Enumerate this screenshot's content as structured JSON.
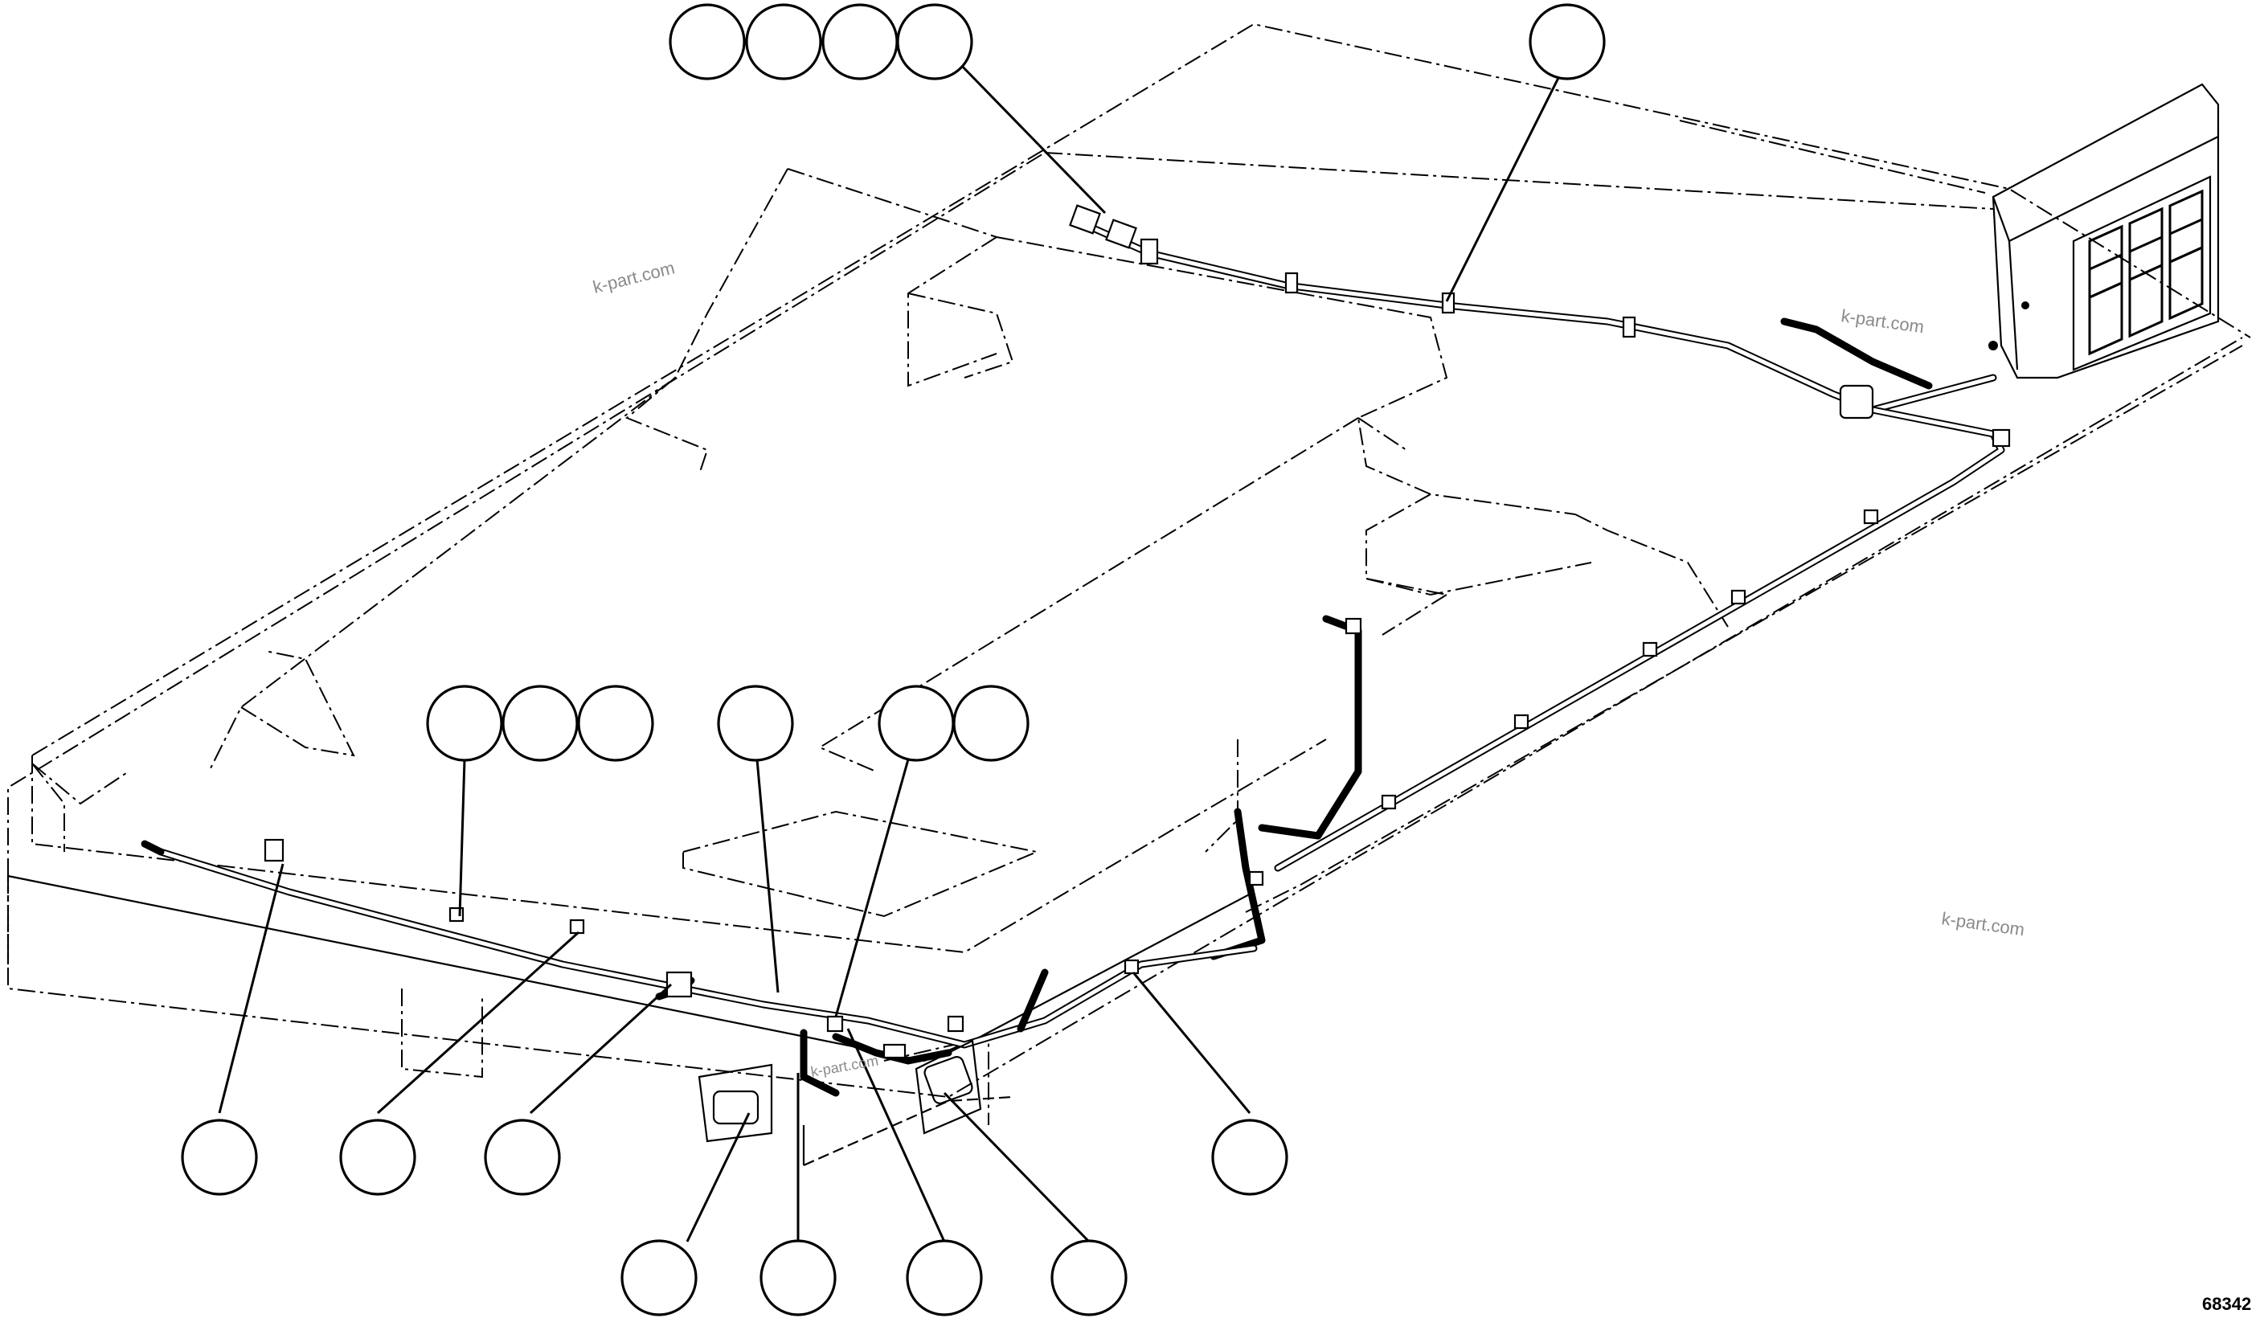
{
  "drawing": {
    "figure_number": "68342",
    "watermarks": [
      "k-part.com",
      "k-part.com",
      "k-part.com",
      "k-part.com"
    ],
    "balloon_label": ""
  },
  "callout_groups": [
    {
      "id": "top-left-group",
      "count": 4
    },
    {
      "id": "top-right-single",
      "count": 1
    },
    {
      "id": "mid-left-group",
      "count": 3
    },
    {
      "id": "mid-single",
      "count": 1
    },
    {
      "id": "mid-pair",
      "count": 2
    },
    {
      "id": "bottom-row",
      "count": 8
    }
  ],
  "components": [
    "deck-frame",
    "wiring-harness",
    "digital-display-housing",
    "tail-light-left",
    "tail-light-right",
    "harness-clips"
  ]
}
